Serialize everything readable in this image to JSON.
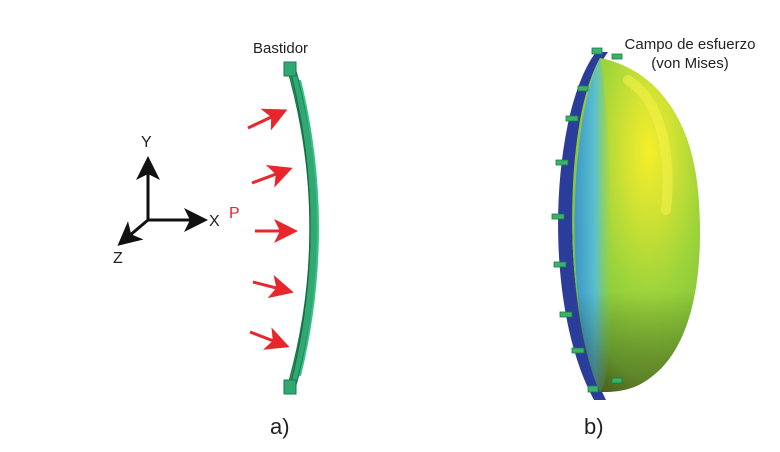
{
  "labels": {
    "frame": "Bastidor",
    "stress_field_line1": "Campo de esfuerzo",
    "stress_field_line2": "(von Mises)",
    "load": "P",
    "panel_a": "a)",
    "panel_b": "b)"
  },
  "axes": {
    "x": "X",
    "y": "Y",
    "z": "Z"
  },
  "colors": {
    "load_arrows": "#e8262b",
    "load_label": "#e8262b",
    "axes": "#111111",
    "panel_fill": "#2fa872",
    "panel_edge": "#1a7a4e",
    "ring": "#2b3d9a",
    "stress_low": "#3aa0e0",
    "stress_mid": "#8fd23a",
    "stress_high": "#f0ea2a",
    "clamp": "#3ab36a"
  },
  "load_arrow_count": 5
}
